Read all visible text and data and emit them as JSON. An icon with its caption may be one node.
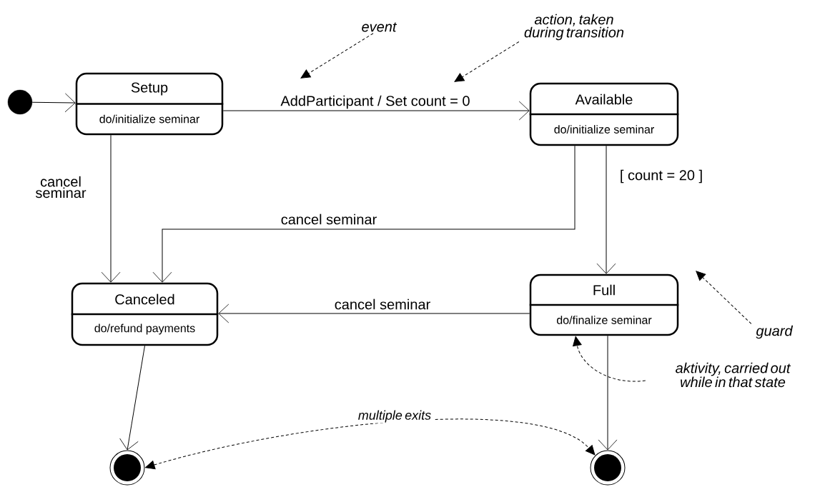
{
  "diagram": {
    "nodes": [
      {
        "text": [],
        "shape": "circle"
      },
      {
        "text": [
          "Setup",
          "do/initialize seminar"
        ]
      },
      {
        "text": [
          "Available",
          "do/initialize seminar"
        ]
      },
      {
        "text": [
          "Canceled",
          "do/refund payments"
        ]
      },
      {
        "text": [
          "Full",
          "do/finalize seminar"
        ]
      },
      {
        "text": [],
        "shape": "circle"
      },
      {
        "text": [],
        "shape": "circle"
      },
      {
        "text": [
          "event"
        ]
      },
      {
        "text": [
          "action, taken during transition"
        ]
      },
      {
        "text": [
          "guard"
        ]
      },
      {
        "text": [
          "aktivity, carried out while in that state"
        ]
      }
    ],
    "edges": [
      {
        "from": 0,
        "to": 1,
        "arrow": "to"
      },
      {
        "from": 1,
        "to": 2,
        "arrow": "to",
        "label": "AddParticipant / Set count = 0"
      },
      {
        "from": 1,
        "to": 3,
        "arrow": "to",
        "label": "cancel seminar"
      },
      {
        "from": 2,
        "to": 3,
        "arrow": "to",
        "label": "cancel seminar"
      },
      {
        "from": 2,
        "to": 4,
        "arrow": "to",
        "label": "[ count = 20 ]"
      },
      {
        "from": 4,
        "to": 3,
        "arrow": "to",
        "label": "cancel seminar"
      },
      {
        "from": 3,
        "to": 5,
        "arrow": "to"
      },
      {
        "from": 4,
        "to": 6,
        "arrow": "to"
      },
      {
        "from": 7,
        "to": null,
        "arrow": "to",
        "style": "dashed"
      },
      {
        "from": 8,
        "to": null,
        "arrow": "to",
        "style": "dashed"
      },
      {
        "from": 9,
        "to": null,
        "arrow": "to",
        "style": "dashed"
      },
      {
        "from": 10,
        "to": 4,
        "arrow": "to",
        "style": "dashed"
      },
      {
        "from": 5,
        "to": 6,
        "arrow": "both",
        "style": "dashed",
        "label": "multiple exits"
      }
    ]
  }
}
